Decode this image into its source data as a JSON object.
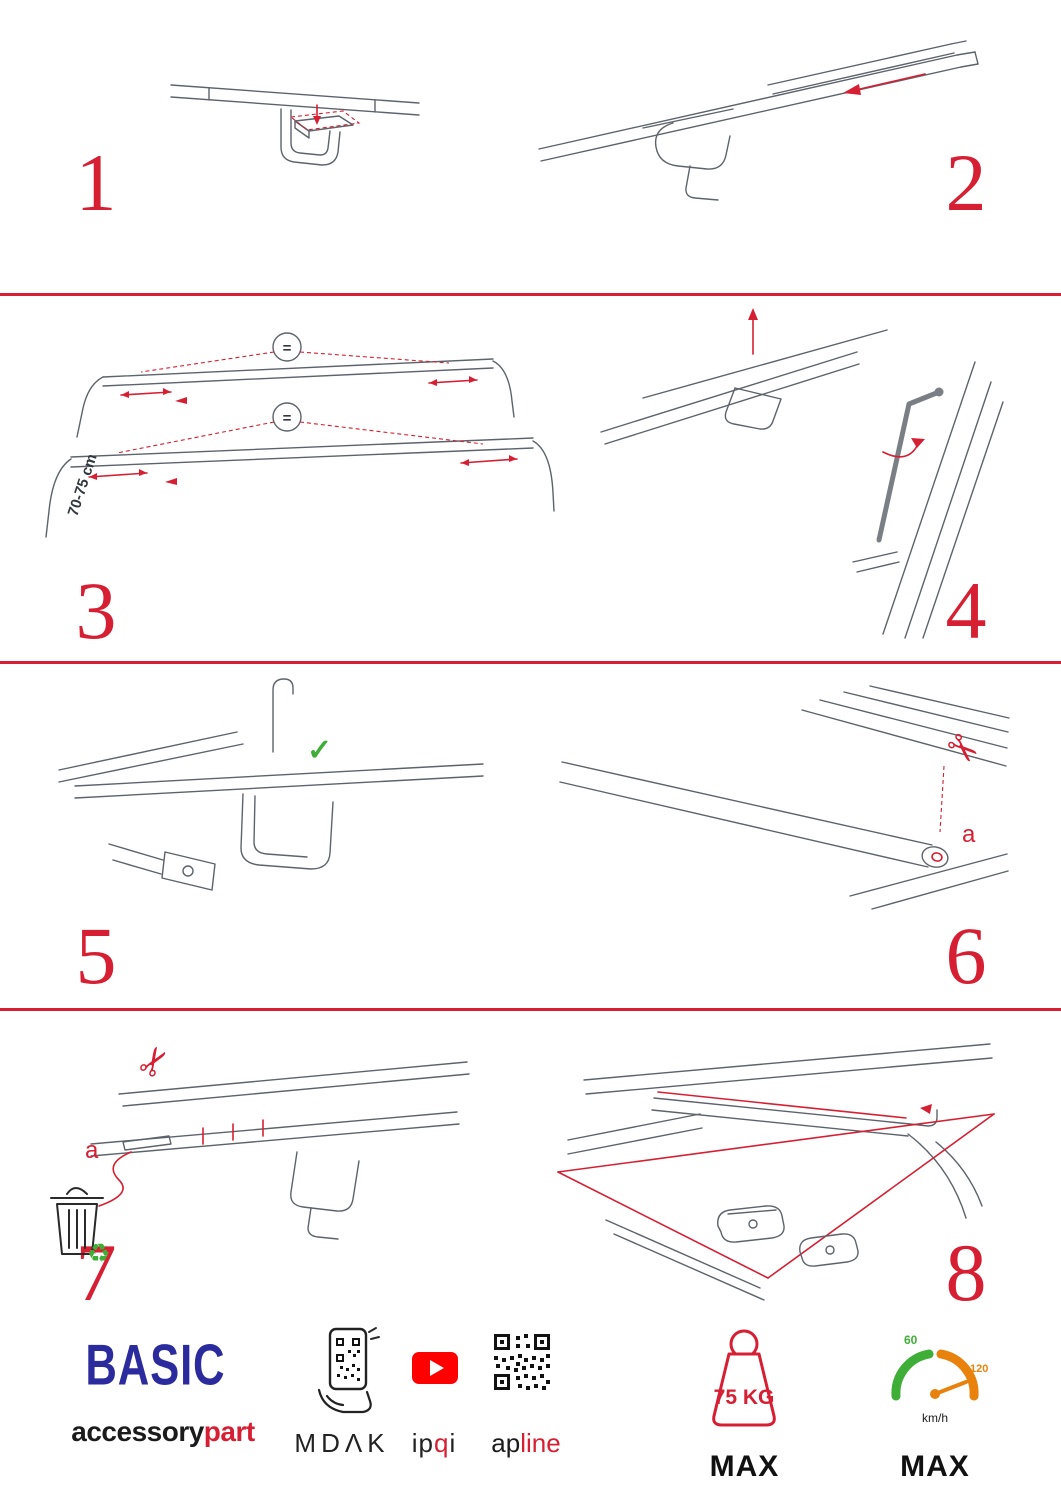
{
  "colors": {
    "accent_red": "#d71f33",
    "brand_blue": "#2b2b9e",
    "green": "#3fae37",
    "orange": "#e8820c",
    "youtube_red": "#ff0000"
  },
  "steps": [
    {
      "number": "1"
    },
    {
      "number": "2"
    },
    {
      "number": "3"
    },
    {
      "number": "4"
    },
    {
      "number": "5"
    },
    {
      "number": "6"
    },
    {
      "number": "7"
    },
    {
      "number": "8"
    }
  ],
  "labels": {
    "equal": "=",
    "distance": "70-75 cm",
    "part_a": "a"
  },
  "icons": {
    "check": "✓",
    "scissors": "✂",
    "recycle": "♻"
  },
  "footer": {
    "brand": "BASIC",
    "sub_black": "accessory",
    "sub_red": "part",
    "mdak": "MDΛK",
    "ipqi_1": "ip",
    "ipqi_2": "q",
    "ipqi_3": "i",
    "apline_black": "ap",
    "apline_red": "line",
    "weight_value": "75 KG",
    "weight_max": "MAX",
    "speed_low": "60",
    "speed_high": "120",
    "speed_unit": "km/h",
    "speed_max": "MAX"
  }
}
